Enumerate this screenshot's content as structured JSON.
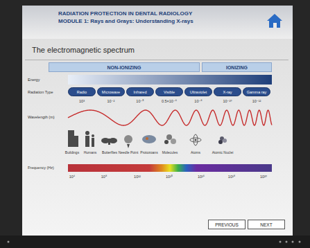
{
  "diagram": {
    "title": "The electromagnetic spectrum",
    "nodes": [
      {
        "text": [
          "NON-IONIZING"
        ]
      },
      {
        "text": [
          "IONIZING"
        ]
      },
      {
        "text": [
          "Radio"
        ]
      },
      {
        "text": [
          "Microwave"
        ]
      },
      {
        "text": [
          "Infrared"
        ]
      },
      {
        "text": [
          "Visible"
        ]
      },
      {
        "text": [
          "Ultraviolet"
        ]
      },
      {
        "text": [
          "X-ray"
        ]
      },
      {
        "text": [
          "Gamma ray"
        ]
      },
      {
        "text": [
          "PREVIOUS"
        ]
      },
      {
        "text": [
          "NEXT"
        ]
      }
    ],
    "labels": [
      "RADIATION PROTECTION IN DENTAL RADIOLOGY",
      "MODULE 1: Rays and Grays: Understanding X-rays",
      "Energy",
      "Radiation Type",
      "10³",
      "10⁻²",
      "10⁻⁵",
      "0.5×10⁻⁶",
      "10⁻⁸",
      "10⁻¹⁰",
      "10⁻¹²",
      "Wavelength (m)",
      "Buildings",
      "Humans",
      "Butterflies",
      "Needle Point",
      "Protozoans",
      "Molecules",
      "Atoms",
      "Atomic Nuclei",
      "Frequency (Hz)",
      "10⁴",
      "10⁸",
      "10¹²",
      "10¹⁵",
      "10¹⁶",
      "10¹⁸",
      "10²⁰"
    ]
  }
}
